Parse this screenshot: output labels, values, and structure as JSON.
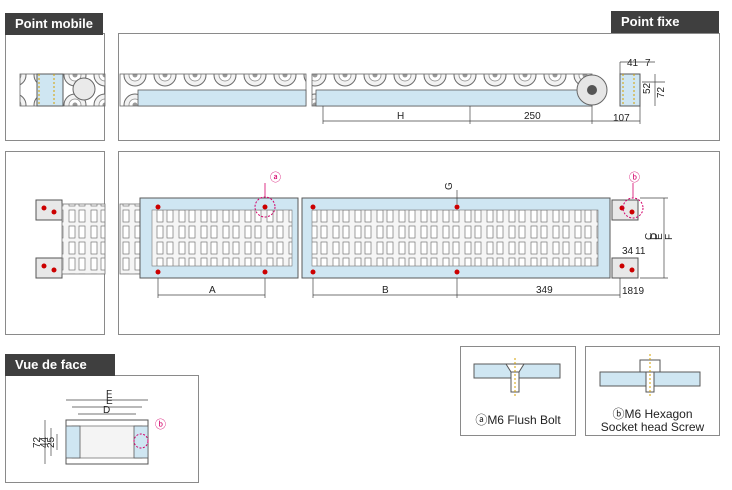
{
  "labels": {
    "moving_point": "Point mobile",
    "fixed_point": "Point fixe",
    "front_view": "Vue de face"
  },
  "callouts": {
    "a": "ⓐ",
    "b": "ⓑ"
  },
  "dims": {
    "top_41": "41",
    "top_7": "7",
    "top_52": "52",
    "top_72": "72",
    "top_H": "H",
    "top_250": "250",
    "top_107": "107",
    "mid_G": "G",
    "mid_C": "C",
    "mid_D": "D",
    "mid_E": "E",
    "mid_F": "F",
    "mid_34": "34",
    "mid_11": "11",
    "mid_A": "A",
    "mid_B": "B",
    "mid_349": "349",
    "mid_18": "18",
    "mid_19": "19",
    "front_F": "F",
    "front_E": "E",
    "front_D": "D",
    "front_72": "72",
    "front_44": "44",
    "front_25": "25"
  },
  "details": {
    "flush_bolt": "ⓐM6 Flush Bolt",
    "hex_line1": "ⓑM6 Hexagon",
    "hex_line2": "Socket head Screw"
  },
  "colors": {
    "tab_bg": "#3f3f3f",
    "panel_border": "#8a8a8a",
    "part_fill": "#cfe6f2",
    "part_stroke": "#5a5a5a",
    "callout": "#d4006a"
  }
}
